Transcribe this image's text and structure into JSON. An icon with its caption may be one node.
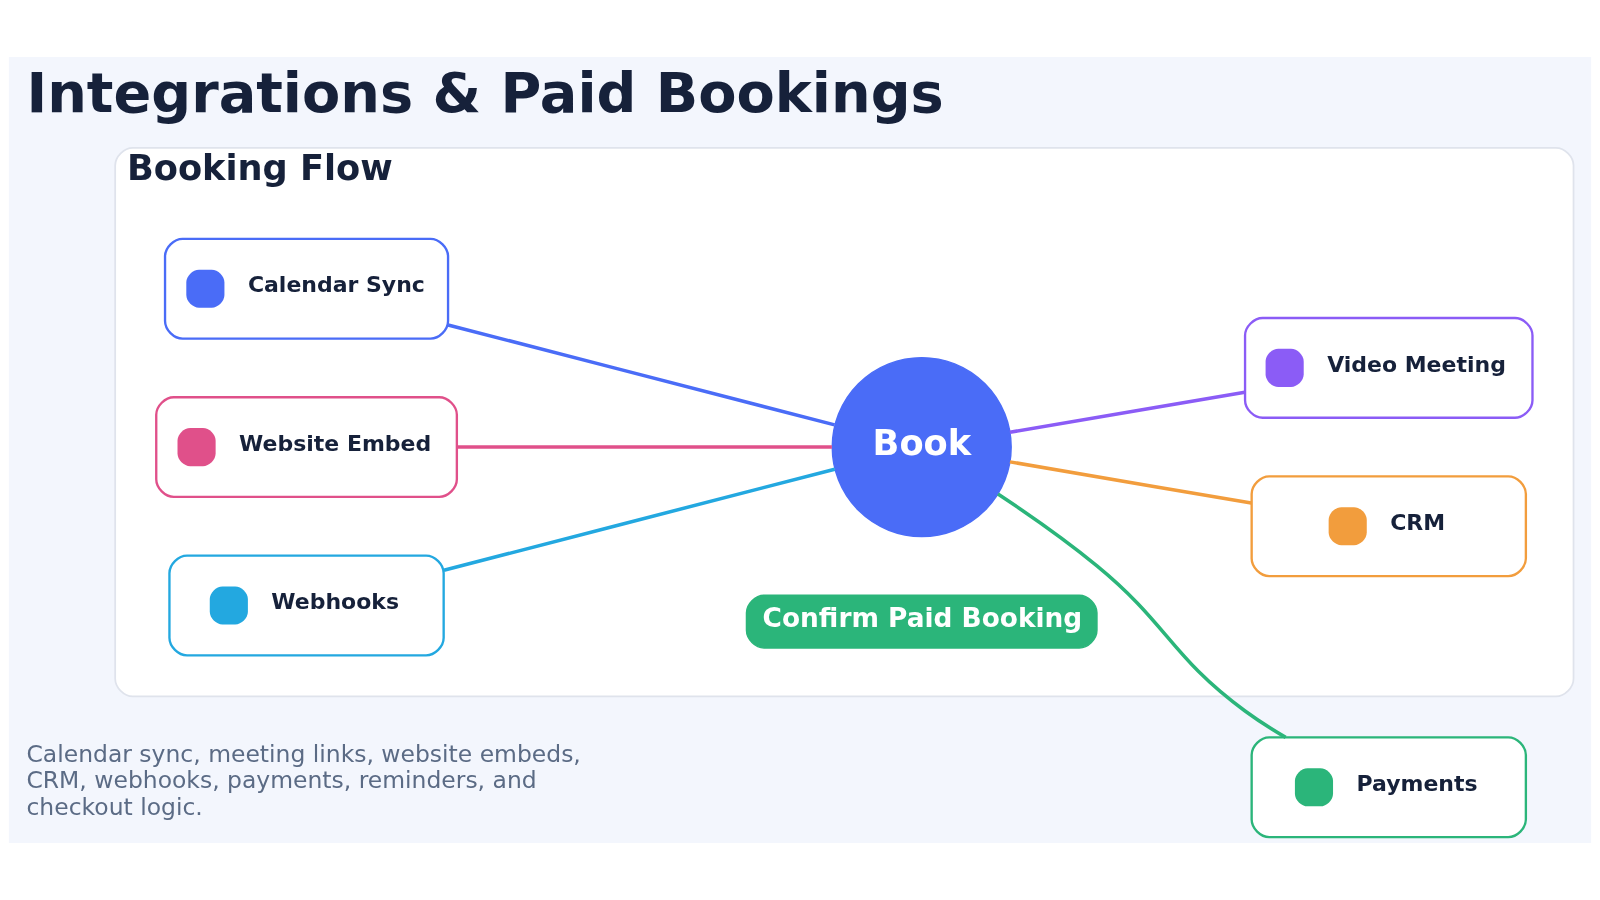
{
  "diagram": {
    "title": "Integrations & Paid Bookings",
    "nodes": [
      {
        "text": [
          "Booking Flow"
        ]
      },
      {
        "text": [
          "Calendar Sync"
        ],
        "in": 0
      },
      {
        "text": [
          "Video Meeting"
        ],
        "in": 0
      },
      {
        "text": [
          "Payments"
        ]
      },
      {
        "text": [
          "Book"
        ],
        "in": 0
      },
      {
        "text": [
          "Website Embed"
        ],
        "in": 0
      },
      {
        "text": [
          "Webhooks"
        ],
        "in": 0
      },
      {
        "text": [
          "CRM"
        ],
        "in": 0
      },
      {
        "text": [
          "Confirm Paid Booking"
        ],
        "in": 0
      }
    ],
    "edges": [
      {
        "from": 1,
        "to": 4,
        "arrow": "none",
        "color": "#4a6cf7"
      },
      {
        "from": 4,
        "to": 2,
        "arrow": "none",
        "color": "#8b5cf6"
      },
      {
        "from": 4,
        "to": 3,
        "arrow": "none",
        "color": "#2bb57a"
      },
      {
        "from": 5,
        "to": 4,
        "arrow": "none",
        "color": "#e0508a"
      },
      {
        "from": 6,
        "to": 4,
        "arrow": "none",
        "color": "#23a8e0"
      },
      {
        "from": 4,
        "to": 7,
        "arrow": "none",
        "color": "#f29d3d"
      }
    ],
    "labels": [
      "Calendar sync, meeting links, website embeds, CRM, webhooks, payments, reminders, and checkout logic."
    ]
  }
}
